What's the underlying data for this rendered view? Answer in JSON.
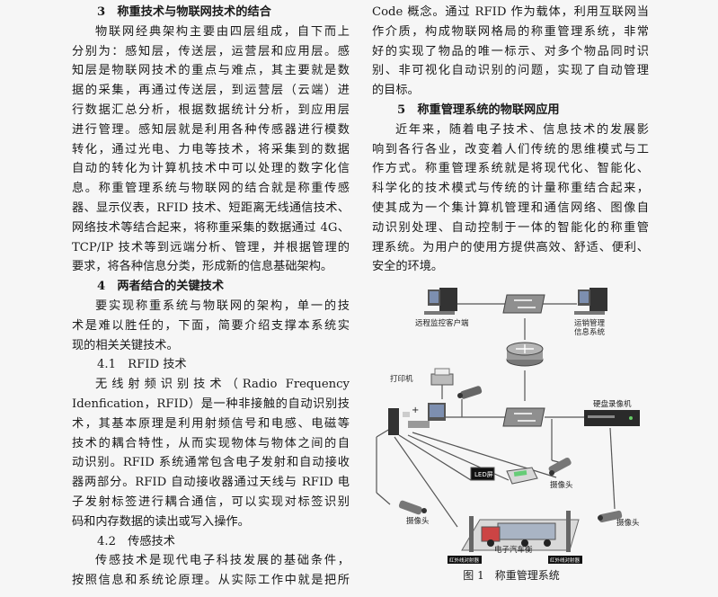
{
  "left_column": [
    {
      "kind": "heading",
      "text": "3　称重技术与物联网技术的结合"
    },
    {
      "kind": "text",
      "text": "物联网经典架构主要由四层组成，自下而上"
    },
    {
      "kind": "text",
      "text": "分别为：感知层，传送层，运营层和应用层。感"
    },
    {
      "kind": "text",
      "text": "知层是物联网技术的重点与难点，其主要就是数"
    },
    {
      "kind": "text",
      "text": "据的采集，再通过传送层，到运营层（云端）进"
    },
    {
      "kind": "text",
      "text": "行数据汇总分析，根据数据统计分析，到应用层"
    },
    {
      "kind": "text",
      "text": "进行管理。感知层就是利用各种传感器进行模数"
    },
    {
      "kind": "text",
      "text": "转化，通过光电、力电等技术，将采集到的数据"
    },
    {
      "kind": "text",
      "text": "自动的转化为计算机技术中可以处理的数字化信"
    },
    {
      "kind": "text",
      "text": "息。称重管理系统与物联网的结合就是称重传感"
    },
    {
      "kind": "text",
      "text": "器、显示仪表，RFID 技术、短距离无线通信技术、"
    },
    {
      "kind": "text",
      "text": "网络技术等结合起来，将称重采集的数据通过 4G、"
    },
    {
      "kind": "text",
      "text": "TCP/IP 技术等到远端分析、管理，并根据管理的"
    },
    {
      "kind": "last",
      "text": "要求，将各种信息分类，形成新的信息基础架构。"
    },
    {
      "kind": "heading",
      "text": "4　两者结合的关键技术"
    },
    {
      "kind": "text",
      "text": "要实现称重系统与物联网的架构，单一的技"
    },
    {
      "kind": "text",
      "text": "术是难以胜任的，下面，简要介绍支撑本系统实"
    },
    {
      "kind": "last",
      "text": "现的相关关键技术。"
    },
    {
      "kind": "sub",
      "text": "4.1　RFID 技术"
    },
    {
      "kind": "text",
      "text": "无线射频识别技术（Radio Frequency"
    },
    {
      "kind": "text",
      "text": "Idenfication，RFID）是一种非接触的自动识别技"
    },
    {
      "kind": "text",
      "text": "术，其基本原理是利用射频信号和电感、电磁等"
    },
    {
      "kind": "text",
      "text": "技术的耦合特性，从而实现物体与物体之间的自"
    },
    {
      "kind": "text",
      "text": "动识别。RFID 系统通常包含电子发射和自动接收"
    },
    {
      "kind": "text",
      "text": "器两部分。RFID 自动接收器通过天线与 RFID 电"
    },
    {
      "kind": "text",
      "text": "子发射标签进行耦合通信，可以实现对标签识别"
    },
    {
      "kind": "last",
      "text": "码和内存数据的读出或写入操作。"
    },
    {
      "kind": "sub",
      "text": "4.2　传感技术"
    },
    {
      "kind": "text",
      "text": "传感技术是现代电子科技发展的基础条件，"
    },
    {
      "kind": "text",
      "text": "按照信息和系统论原理。从实际工作中就是把所"
    }
  ],
  "right_column": [
    {
      "kind": "text",
      "text": "Code 概念。通过 RFID 作为载体，利用互联网当"
    },
    {
      "kind": "text",
      "text": "作介质，构成物联网格局的称重管理系统，非常"
    },
    {
      "kind": "text",
      "text": "好的实现了物品的唯一标示、对多个物品同时识"
    },
    {
      "kind": "text",
      "text": "别、非可视化自动识别的问题，实现了自动管理"
    },
    {
      "kind": "last",
      "text": "的目标。"
    },
    {
      "kind": "heading",
      "text": "5　称重管理系统的物联网应用"
    },
    {
      "kind": "text",
      "text": "近年来，随着电子技术、信息技术的发展影"
    },
    {
      "kind": "text",
      "text": "响到各行各业，改变着人们传统的思维模式与工"
    },
    {
      "kind": "text",
      "text": "作方式。称重管理系统就是将现代化、智能化、"
    },
    {
      "kind": "text",
      "text": "科学化的技术模式与传统的计量称重结合起来，"
    },
    {
      "kind": "text",
      "text": "使其成为一个集计算机管理和通信网络、图像自"
    },
    {
      "kind": "text",
      "text": "动识别处理、自动控制于一体的智能化的称重管"
    },
    {
      "kind": "text",
      "text": "理系统。为用户的使用方提供高效、舒适、便利、"
    },
    {
      "kind": "last",
      "text": "安全的环境。"
    }
  ],
  "figure": {
    "labels": {
      "remote_client": "远程监控客户端",
      "sales_mgmt_1": "运销管理",
      "sales_mgmt_2": "信息系统",
      "printer": "打印机",
      "dvr": "硬盘录像机",
      "led": "LED屏",
      "camera_1": "摄像头",
      "camera_2": "摄像头",
      "camera_3": "摄像头",
      "scale": "电子汽车衡",
      "ir_left": "红外线对射器",
      "ir_right": "红外线对射器"
    },
    "caption": "图 1　称重管理系统"
  }
}
